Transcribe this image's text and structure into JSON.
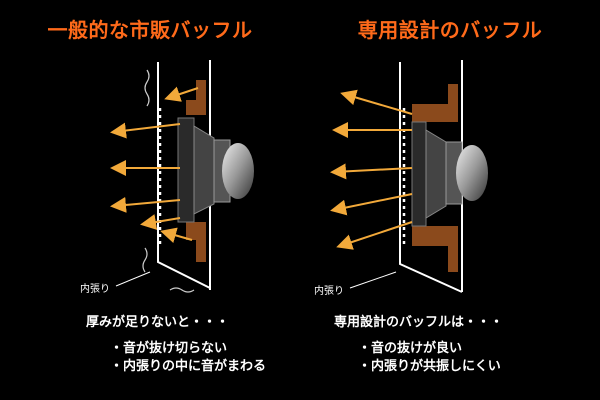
{
  "left": {
    "title": "一般的な市販バッフル",
    "lining_label": "内張り",
    "heading": "厚みが足りないと・・・",
    "bullets": [
      "・音が抜け切らない",
      "・内張りの中に音がまわる"
    ]
  },
  "right": {
    "title": "専用設計のバッフル",
    "lining_label": "内張り",
    "heading": "専用設計のバッフルは・・・",
    "bullets": [
      "・音の抜けが良い",
      "・内張りが共振しにくい"
    ]
  },
  "colors": {
    "title": "#ff6a1a",
    "arrow": "#f2a93a",
    "baffle": "#8b4a1c",
    "line": "#ffffff"
  }
}
